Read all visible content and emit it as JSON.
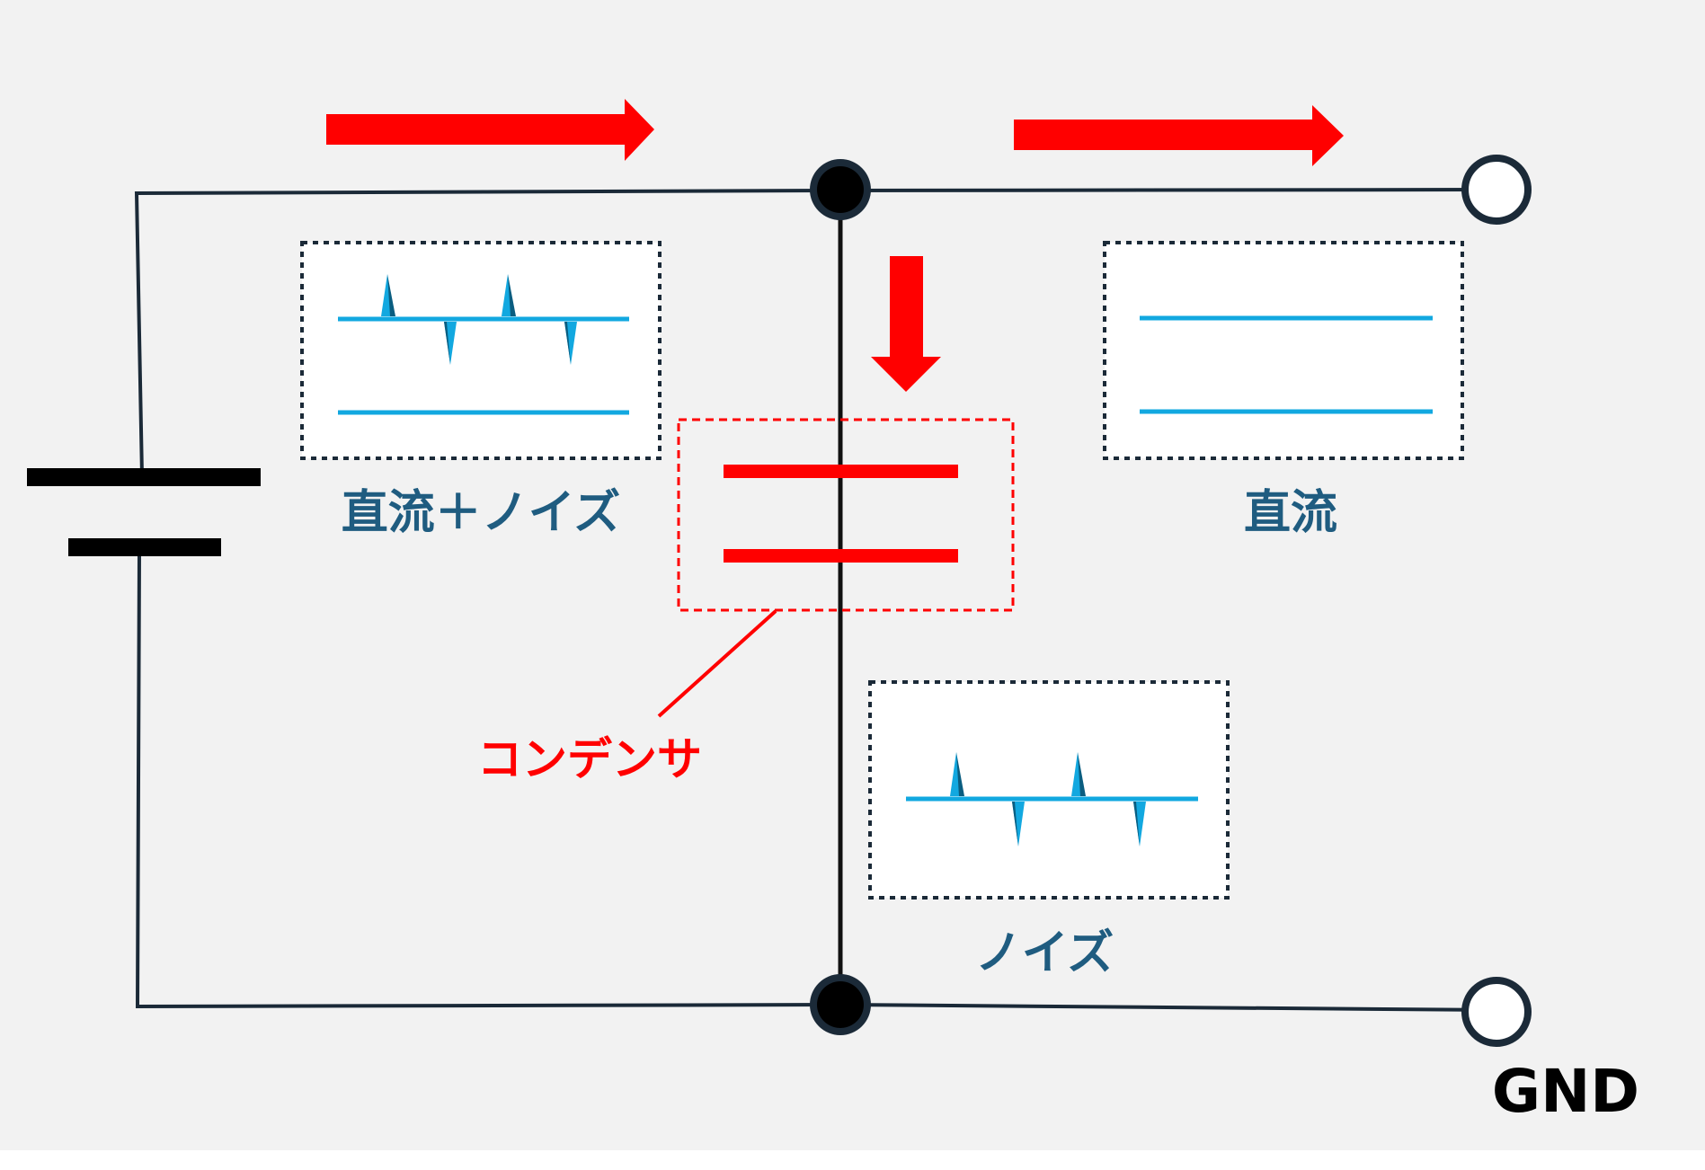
{
  "labels": {
    "input_signal": "直流＋ノイズ",
    "output_signal": "直流",
    "shunt_signal": "ノイズ",
    "component": "コンデンサ",
    "ground": "GND"
  },
  "colors": {
    "background": "#f2f2f2",
    "wire": "#1b2a38",
    "arrow": "#ff0000",
    "signal": "#12a8e0",
    "label": "#1f5c80",
    "component": "#ff0000",
    "ground_text": "#000000"
  }
}
